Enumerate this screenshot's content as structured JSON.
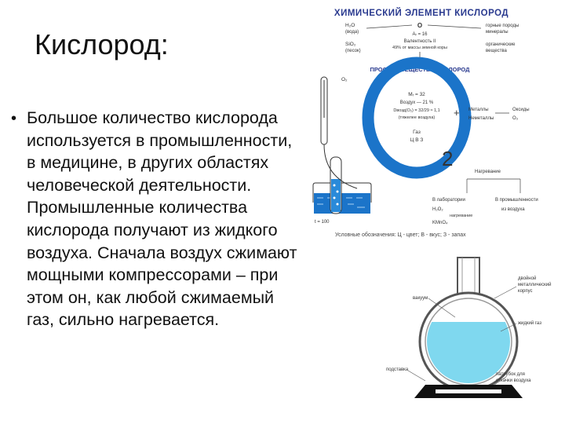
{
  "slide": {
    "title": "Кислород:",
    "bullet": "•",
    "body": "Большое количество кислорода используется в промышленности, в медицине, в других областях человеческой деятельности. Промышленные количества кислорода получают из жидкого воздуха. Сначала воздух сжимают мощными компрессорами – при этом он, как любой сжимаемый газ, сильно нагревается."
  },
  "scheme": {
    "heading": "ХИМИЧЕСКИЙ ЭЛЕМЕНТ КИСЛОРОД",
    "top_left_1": "H₂O",
    "top_left_2": "(вода)",
    "top_left_3": "SiO₂",
    "top_left_4": "(песок)",
    "top_center_1": "O",
    "top_center_2": "Aᵣ = 16",
    "top_center_3": "Валентность II",
    "top_center_4": "49% от массы земной коры",
    "top_right_1": "горные породы",
    "top_right_2": "минералы",
    "top_right_3": "органические",
    "top_right_4": "вещества",
    "subheading": "ПРОСТОЕ ВЕЩЕСТВО КИСЛОРОД",
    "tube_label": "O₂",
    "big_letter": "O",
    "subscript": "2",
    "inside_1": "Mᵣ = 32",
    "inside_2": "Воздух — 21 %",
    "inside_3": "Dвозд(O₂) = 32/29 ≈ 1,1",
    "inside_4": "(тяжелее воздуха)",
    "inside_5": "Газ",
    "inside_6": "Ц  В  З",
    "plus": "+",
    "right_1": "Металлы",
    "right_2": "Неметаллы",
    "right_3": "Оксиды",
    "right_4": "O₃",
    "heat_label": "Нагревание",
    "lab_1": "В лаборатории",
    "lab_2": "H₂O₂",
    "lab_3": "нагревание",
    "lab_4": "KMnO₄",
    "industry_1": "В промышленности",
    "industry_2": "из воздуха",
    "bath_label": "t = 100",
    "footnote": "Условные обозначения: Ц - цвет; В - вкус; З - запах"
  },
  "flask": {
    "label_vacuum": "вакуум",
    "label_wall_1": "двойной",
    "label_wall_2": "металлический",
    "label_wall_3": "корпус",
    "label_liquid": "жидкий газ",
    "label_stand": "подставка",
    "label_valve_1": "патрубок для",
    "label_valve_2": "откачки воздуха"
  },
  "colors": {
    "accent_blue": "#1b74c9",
    "liquid": "#7fd8ef",
    "heading_blue": "#2a3a8f"
  }
}
